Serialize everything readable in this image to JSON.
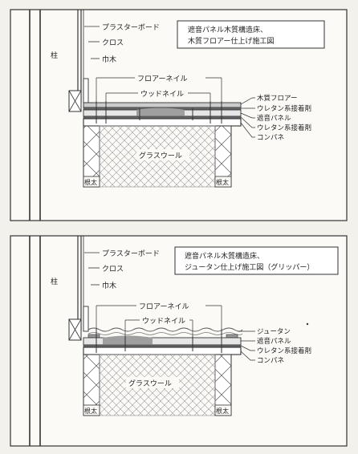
{
  "diagrams": [
    {
      "title_lines": [
        "遮音パネル木質構造床、",
        "木質フロアー仕上げ施工図"
      ],
      "wall_labels": [
        "プラスターボード",
        "クロス",
        "巾木"
      ],
      "column_label": "柱",
      "nail_labels": [
        "フロアーネイル",
        "ウッドネイル"
      ],
      "layer_labels": [
        "木質フロアー",
        "ウレタン系接着剤",
        "遮音パネル",
        "ウレタン系接着剤",
        "コンパネ"
      ],
      "insulation_label": "グラスウール",
      "joist_label": "根太"
    },
    {
      "title_lines": [
        "遮音パネル木質構造床、",
        "ジュータン仕上げ施工図（グリッパー）"
      ],
      "wall_labels": [
        "プラスターボード",
        "クロス",
        "巾木"
      ],
      "column_label": "柱",
      "nail_labels": [
        "フロアーネイル",
        "ウッドネイル"
      ],
      "layer_labels": [
        "ジュータン",
        "遮音パネル",
        "ウレタン系接着剤",
        "コンパネ"
      ],
      "insulation_label": "グラスウール",
      "joist_label": "根太"
    }
  ]
}
